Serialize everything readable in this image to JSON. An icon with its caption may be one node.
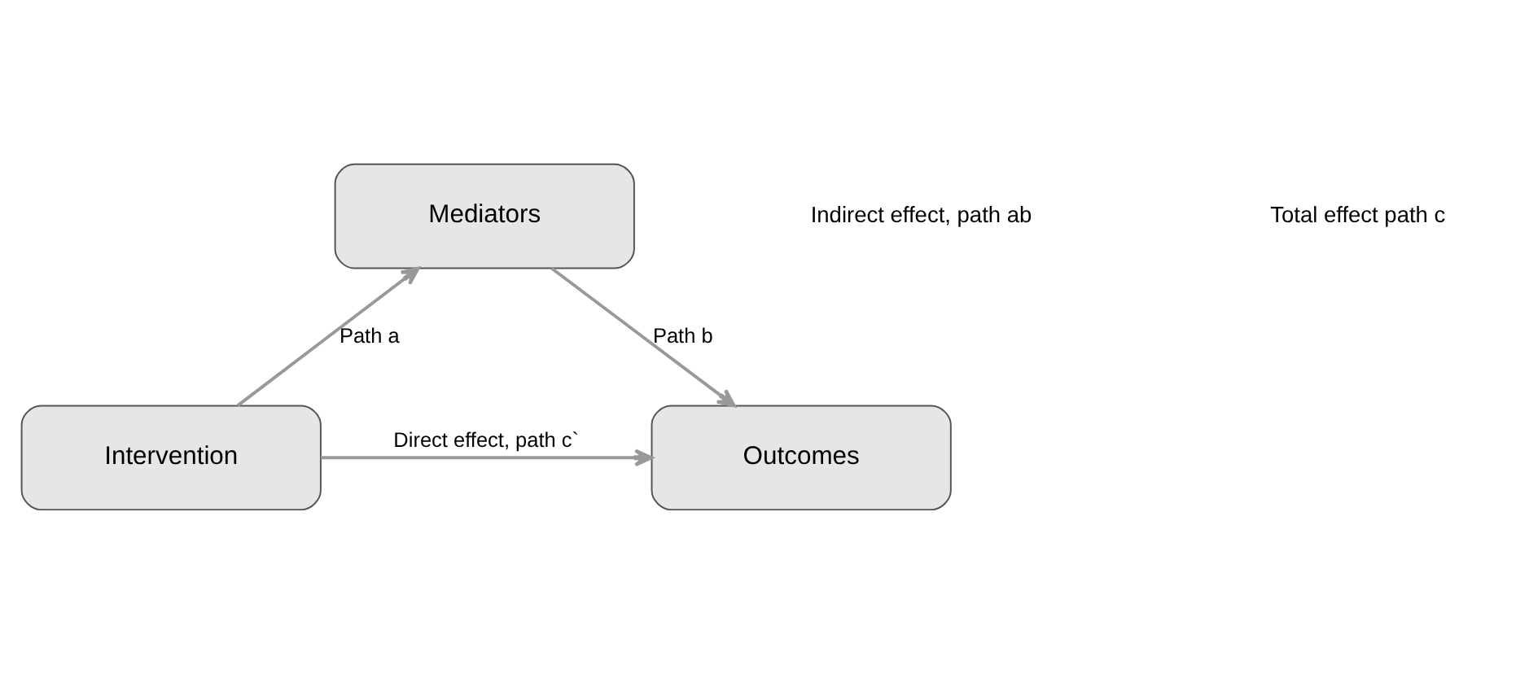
{
  "diagram": {
    "nodes": [
      {
        "text": [
          "Mediators"
        ]
      },
      {
        "text": [
          "Intervention"
        ]
      },
      {
        "text": [
          "Outcomes"
        ]
      }
    ],
    "edges": [
      {
        "from": 1,
        "to": 0,
        "arrow": "to",
        "label": "Path a"
      },
      {
        "from": 0,
        "to": 2,
        "arrow": "to",
        "label": "Path b"
      },
      {
        "from": 1,
        "to": 2,
        "arrow": "to",
        "label": "Direct effect, path c`"
      }
    ],
    "labels": [
      "Indirect effect, path ab",
      "Total effect path c"
    ]
  }
}
